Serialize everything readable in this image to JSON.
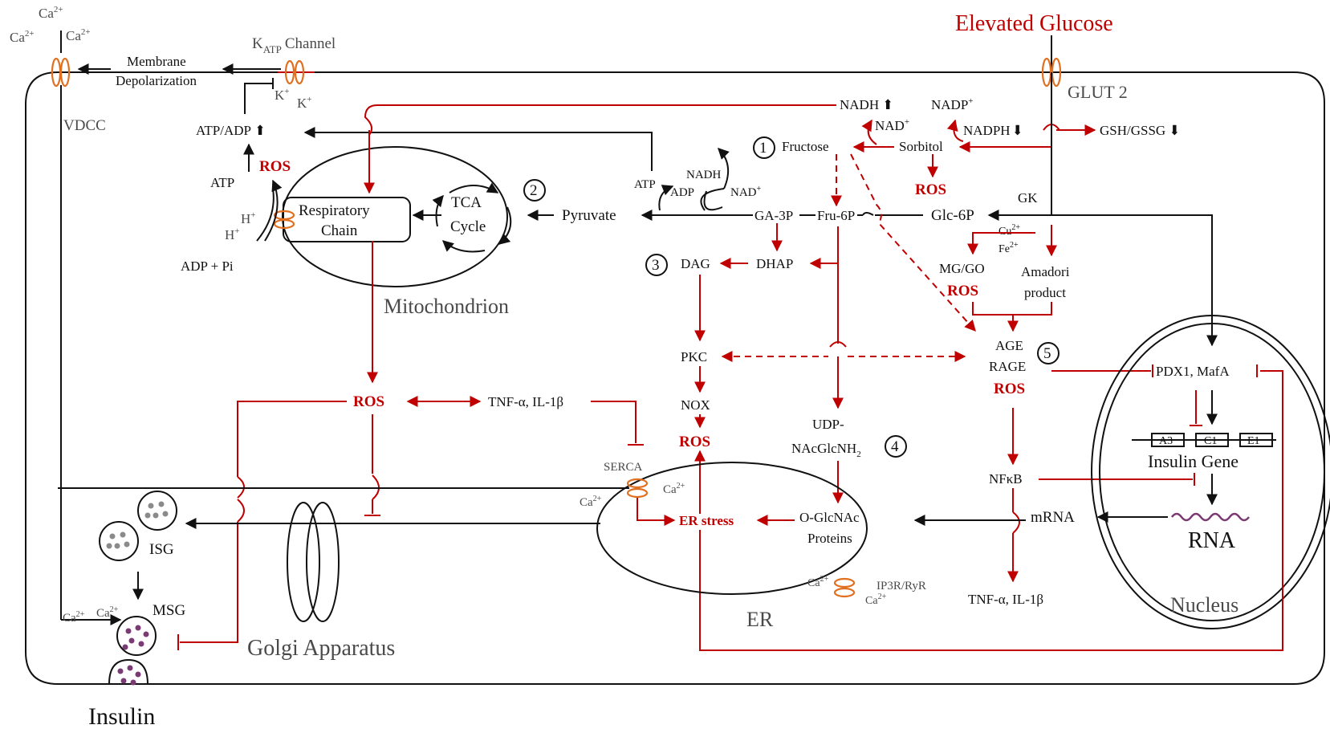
{
  "colors": {
    "red": "#c00000",
    "black": "#111111",
    "grey": "#4a4a4a",
    "channel": "#e07020",
    "vesicle_grey": "#8a8a8a",
    "insulin_purple": "#7a3a73"
  },
  "title": "Elevated Glucose",
  "labels": {
    "ca_top": "Ca",
    "sup_2plus": "2+",
    "sup_plus": "+",
    "vdcc": "VDCC",
    "membrane": "Membrane",
    "depolarization": "Depolarization",
    "katp_k": "K",
    "katp_sub": "ATP",
    "katp_channel": "Channel",
    "k": "K",
    "glut2": "GLUT 2",
    "atp_adp": "ATP/ADP",
    "atp": "ATP",
    "adp": "ADP",
    "adp_pi": "ADP + Pi",
    "h": "H",
    "ros": "ROS",
    "respiratory": "Respiratory",
    "chain": "Chain",
    "tca": "TCA",
    "cycle": "Cycle",
    "mitochondrion": "Mitochondrion",
    "pyruvate": "Pyruvate",
    "nadh": "NADH",
    "nad": "NAD",
    "nadp": "NADP",
    "nadph": "NADPH",
    "gsh": "GSH/GSSG",
    "fructose": "Fructose",
    "sorbitol": "Sorbitol",
    "ga3p": "GA-3P",
    "fru6p": "Fru-6P",
    "glc6p": "Glc-6P",
    "gk": "GK",
    "cu": "Cu",
    "fe": "Fe",
    "mggo": "MG/GO",
    "amadori1": "Amadori",
    "amadori2": "product",
    "dag": "DAG",
    "dhap": "DHAP",
    "pkc": "PKC",
    "nox": "NOX",
    "age": "AGE",
    "rage": "RAGE",
    "pdx": "PDX1, MafA",
    "a3": "A3",
    "c1": "C1",
    "e1": "E1",
    "insulin_gene": "Insulin Gene",
    "rna": "RNA",
    "mrna": "mRNA",
    "nucleus": "Nucleus",
    "tnf": "TNF-α, IL-1β",
    "nfkb": "NFκB",
    "udp1": "UDP-",
    "udp2": "NAcGlcNH",
    "sub2": "2",
    "oglc1": "O-GlcNAc",
    "oglc2": "Proteins",
    "serca": "SERCA",
    "er_stress": "ER stress",
    "ip3r": "IP3R/RyR",
    "er": "ER",
    "isg": "ISG",
    "msg": "MSG",
    "golgi": "Golgi Apparatus",
    "insulin": "Insulin",
    "n1": "1",
    "n2": "2",
    "n3": "3",
    "n4": "4",
    "n5": "5"
  }
}
